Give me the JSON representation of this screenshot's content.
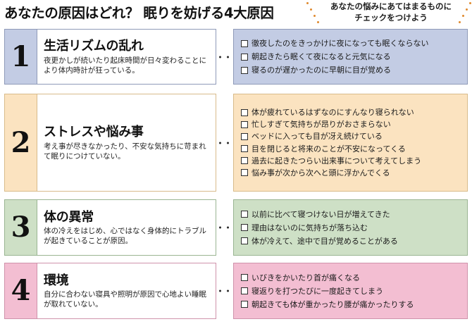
{
  "header": {
    "title": "あなたの原因はどれ？ 眠りを妨げる4大原因",
    "banner_line1": "あなたの悩みにあてはまるものに",
    "banner_line2": "チェックをつけよう",
    "deco_dot_color": "#e08a2e"
  },
  "connector": {
    "dot_count": 5,
    "dot_color": "#2b2b2b"
  },
  "sections": [
    {
      "number": "1",
      "title": "生活リズムの乱れ",
      "desc": "夜更かしが続いたり起床時間が日々変わることにより体内時計が狂っている。",
      "accent_color": "#c3cce4",
      "panel_color": "#c3cce4",
      "border_color": "#8f9ab8",
      "checks": [
        "徹夜したのをきっかけに夜になっても眠くならない",
        "朝起きたら眠くて夜になると元気になる",
        "寝るのが遅かったのに早朝に目が覚める"
      ]
    },
    {
      "number": "2",
      "title": "ストレスや悩み事",
      "desc": "考え事が尽きなかったり、不安な気持ちに苛まれて眠りにつけていない。",
      "accent_color": "#fbe3c0",
      "panel_color": "#fbe3c0",
      "border_color": "#d8bb8b",
      "checks": [
        "体が疲れているはずなのにすんなり寝られない",
        "忙しすぎて気持ちが昂りがおさまらない",
        "ベッドに入っても目が冴え続けている",
        "目を閉じると将来のことが不安になってくる",
        "過去に起きたつらい出来事について考えてしまう",
        "悩み事が次から次へと頭に浮かんでくる"
      ]
    },
    {
      "number": "3",
      "title": "体の異常",
      "desc": "体の冷えをはじめ、心ではなく身体的にトラブルが起きていることが原因。",
      "accent_color": "#cee0c6",
      "panel_color": "#cee0c6",
      "border_color": "#9ab592",
      "checks": [
        "以前に比べて寝つけない日が増えてきた",
        "理由はないのに気持ちが落ち込む",
        "体が冷えて、途中で目が覚めることがある"
      ]
    },
    {
      "number": "4",
      "title": "環境",
      "desc": "自分に合わない寝具や照明が原因で心地よい睡眠が取れていない。",
      "accent_color": "#f3bed2",
      "panel_color": "#f3bed2",
      "border_color": "#cf93ab",
      "checks": [
        "いびきをかいたり首が痛くなる",
        "寝返りを打つたびに一度起きてしまう",
        "朝起きても体が重かったり腰が痛かったりする"
      ]
    }
  ]
}
